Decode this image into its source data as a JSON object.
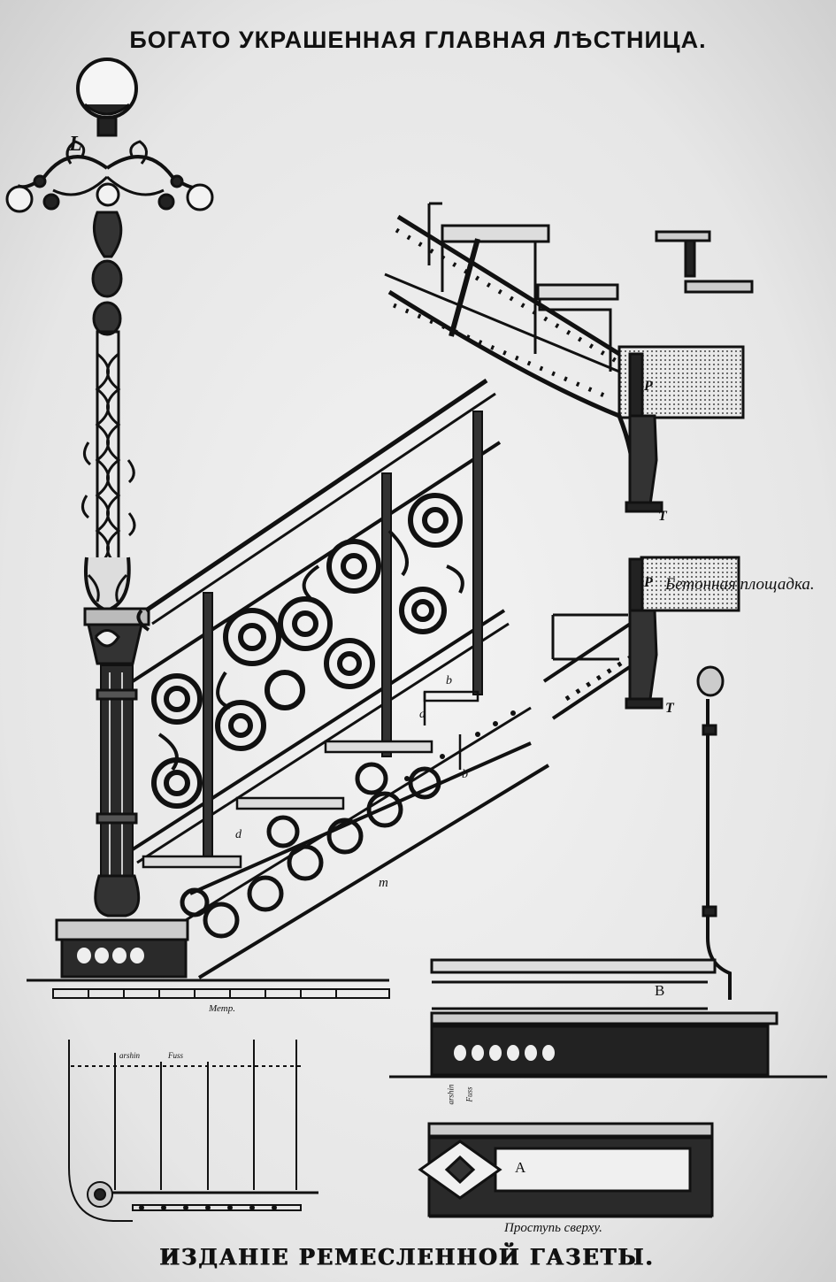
{
  "title": "БОГАТО УКРАШЕННАЯ ГЛАВНАЯ ЛѢСТНИЦА.",
  "footer": "ИЗДАНІЕ РЕМЕСЛЕННОЙ ГАЗЕТЫ.",
  "labels": {
    "lamp": "L",
    "joist_top": "P",
    "joist_bottom": "T",
    "joist2_top": "P",
    "joist2_bottom": "T",
    "concrete_landing": "Бетонная площадка.",
    "step_a1": "a",
    "step_b1": "b",
    "step_b2": "b",
    "step_d": "d",
    "string_m": "m",
    "scale_caption": "Метр.",
    "plan_a1": "arshin",
    "plan_f1": "Fuss",
    "plan_a2": "arshin",
    "plan_f2": "Fuss",
    "newel_b": "B",
    "tread_a": "A",
    "tread_caption": "Проступь сверху."
  },
  "colors": {
    "ink": "#111111",
    "paper": "#ececec",
    "hatch": "#555555"
  }
}
